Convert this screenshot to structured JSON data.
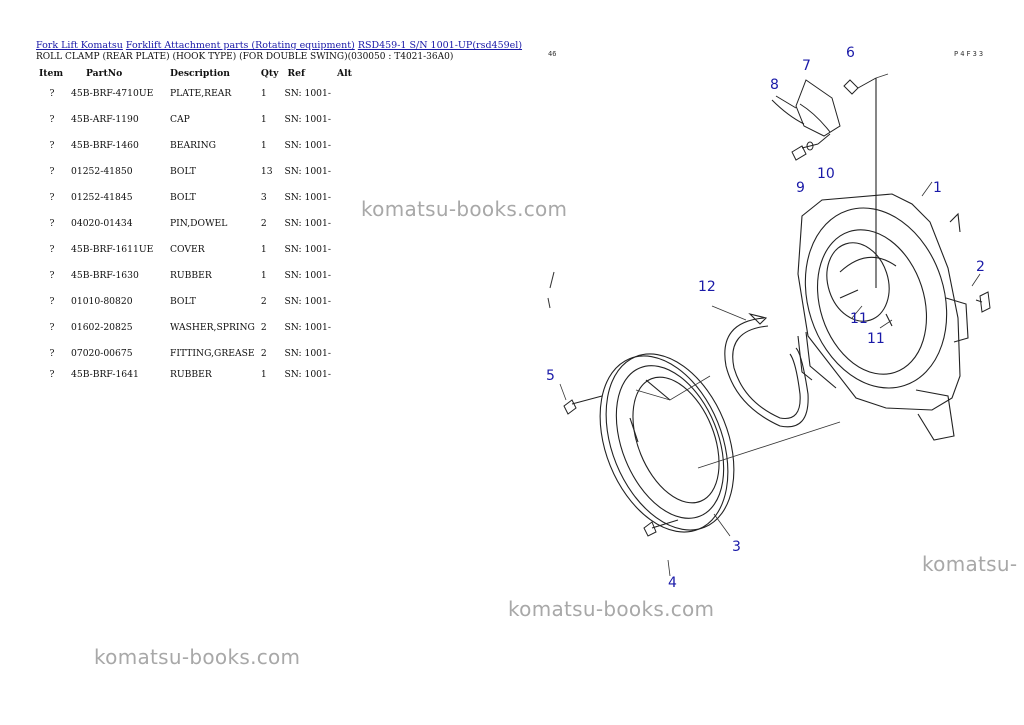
{
  "breadcrumb": {
    "links": [
      "Fork Lift Komatsu",
      "Forklift Attachment parts (Rotating equipment)",
      "RSD459-1 S/N 1001-UP(rsd459el)"
    ]
  },
  "subtitle": "ROLL CLAMP (REAR PLATE) (HOOK TYPE) (FOR DOUBLE SWING)(030050 : T4021-36A0)",
  "table": {
    "headers": [
      "Item",
      "PartNo",
      "Description",
      "Qty",
      "Ref",
      "Alt"
    ],
    "rows": [
      {
        "item": "?",
        "part": "45B-BRF-4710UE",
        "desc": "PLATE,REAR",
        "qty": "1",
        "ref": "SN: 1001-"
      },
      {
        "item": "?",
        "part": "45B-ARF-1190",
        "desc": "CAP",
        "qty": "1",
        "ref": "SN: 1001-"
      },
      {
        "item": "?",
        "part": "45B-BRF-1460",
        "desc": "BEARING",
        "qty": "1",
        "ref": "SN: 1001-"
      },
      {
        "item": "?",
        "part": "01252-41850",
        "desc": "BOLT",
        "qty": "13",
        "ref": "SN: 1001-"
      },
      {
        "item": "?",
        "part": "01252-41845",
        "desc": "BOLT",
        "qty": "3",
        "ref": "SN: 1001-"
      },
      {
        "item": "?",
        "part": "04020-01434",
        "desc": "PIN,DOWEL",
        "qty": "2",
        "ref": "SN: 1001-"
      },
      {
        "item": "?",
        "part": "45B-BRF-1611UE",
        "desc": "COVER",
        "qty": "1",
        "ref": "SN: 1001-"
      },
      {
        "item": "?",
        "part": "45B-BRF-1630",
        "desc": "RUBBER",
        "qty": "1",
        "ref": "SN: 1001-"
      },
      {
        "item": "?",
        "part": "01010-80820",
        "desc": "BOLT",
        "qty": "2",
        "ref": "SN: 1001-"
      },
      {
        "item": "?",
        "part": "01602-20825",
        "desc": "WASHER,SPRING",
        "qty": "2",
        "ref": "SN: 1001-"
      },
      {
        "item": "?",
        "part": "07020-00675",
        "desc": "FITTING,GREASE",
        "qty": "2",
        "ref": "SN: 1001-"
      },
      {
        "item": "?",
        "part": "45B-BRF-1641",
        "desc": "RUBBER",
        "qty": "1",
        "ref": "SN: 1001-"
      }
    ]
  },
  "watermarks": [
    "komatsu-books.com",
    "komatsu-books.com",
    "komatsu-books.com",
    "komatsu-"
  ],
  "diagram": {
    "page_left": "46",
    "page_code": "P4F33",
    "callouts": [
      "1",
      "2",
      "3",
      "4",
      "5",
      "6",
      "7",
      "8",
      "9",
      "10",
      "11",
      "11",
      "12"
    ]
  }
}
